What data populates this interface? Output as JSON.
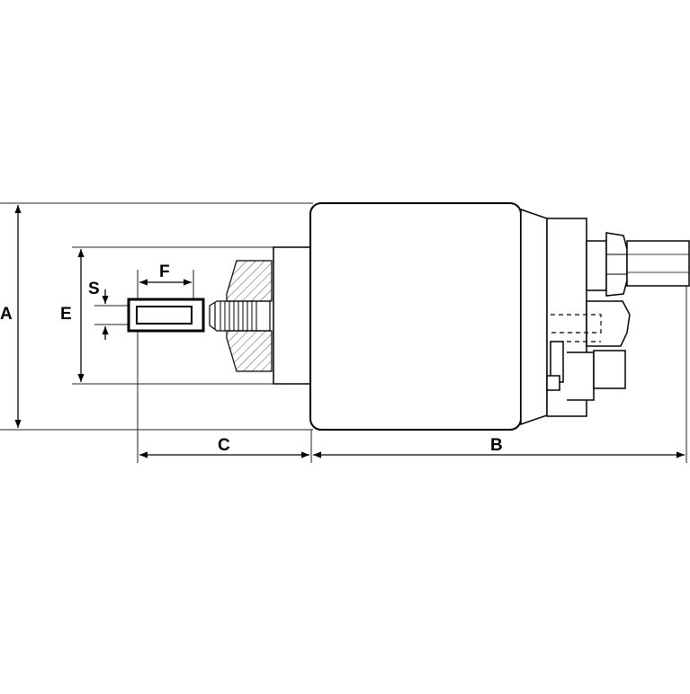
{
  "labels": {
    "a": "A",
    "b": "B",
    "c": "C",
    "e": "E",
    "f": "F",
    "s": "S"
  },
  "colors": {
    "stroke": "#000000",
    "thin": "#222222",
    "hatch": "#555555",
    "background": "#ffffff"
  }
}
